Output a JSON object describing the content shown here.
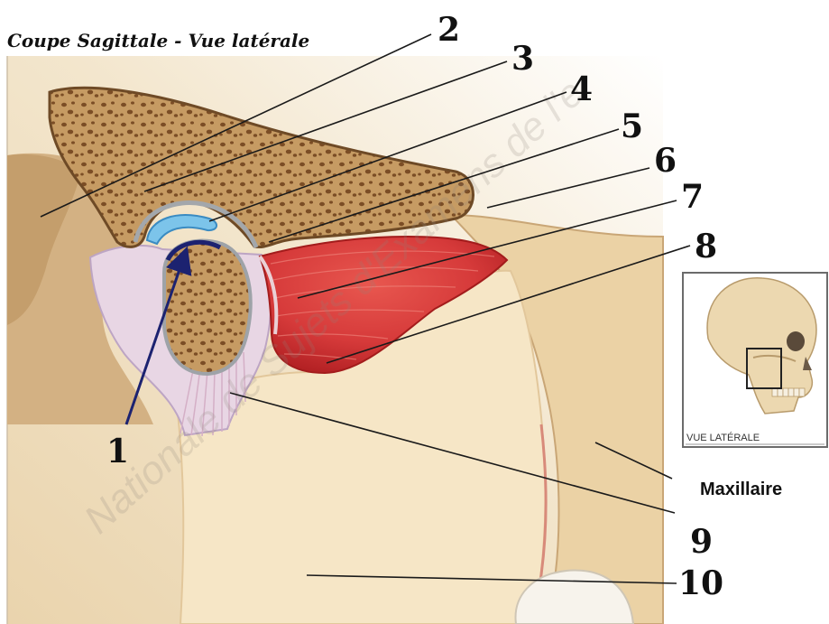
{
  "title": "Coupe Sagittale - Vue latérale",
  "labels": [
    "1",
    "2",
    "3",
    "4",
    "5",
    "6",
    "7",
    "8",
    "9",
    "10"
  ],
  "maxillaire_label": "Maxillaire",
  "inset": {
    "caption": "VUE LATÉRALE"
  },
  "watermark": "Nationale de Sujets d'Examens de l'e",
  "colors": {
    "bone": "#c69b63",
    "bone_pores": "#7b4d25",
    "muscle": "#d63a3a",
    "disc": "#7cc4ea",
    "capsule": "#e8d6e4",
    "arrow": "#1c2270",
    "label_text": "#111111"
  }
}
